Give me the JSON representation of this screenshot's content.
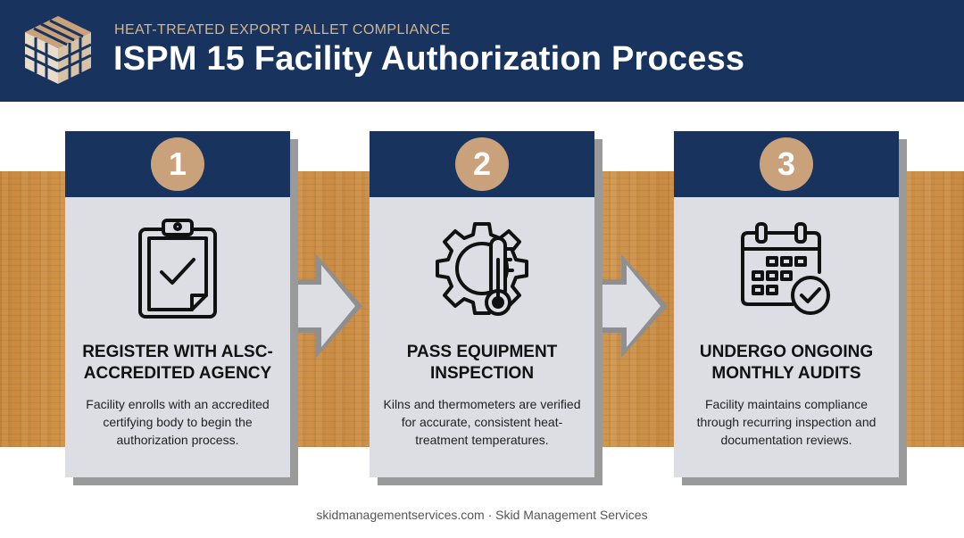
{
  "header": {
    "subtitle": "HEAT-TREATED EXPORT PALLET COMPLIANCE",
    "title": "ISPM 15 Facility Authorization Process",
    "logo_icon": "pallet-logo-icon"
  },
  "steps": [
    {
      "number": "1",
      "icon": "clipboard-check-icon",
      "title": "REGISTER WITH ALSC-ACCREDITED AGENCY",
      "title_lines": [
        "REGISTER WITH ALSC-",
        "ACCREDITED AGENCY"
      ],
      "description": "Facility enrolls with an accredited certifying body to begin the authorization process."
    },
    {
      "number": "2",
      "icon": "gear-thermometer-icon",
      "title": "PASS EQUIPMENT INSPECTION",
      "title_lines": [
        "PASS EQUIPMENT",
        "INSPECTION"
      ],
      "description": "Kilns and thermometers are verified for accurate, consistent heat-treatment temperatures."
    },
    {
      "number": "3",
      "icon": "calendar-check-icon",
      "title": "UNDERGO ONGOING MONTHLY AUDITS",
      "title_lines": [
        "UNDERGO ONGOING",
        "MONTHLY AUDITS"
      ],
      "description": "Facility maintains compliance through recurring inspection and documentation reviews."
    }
  ],
  "footer": {
    "text": "skidmanagementservices.com · Skid Management Services"
  },
  "colors": {
    "navy": "#17335e",
    "gold": "#c9a17b",
    "card": "#dcdee3",
    "wood": "#d29a52"
  }
}
